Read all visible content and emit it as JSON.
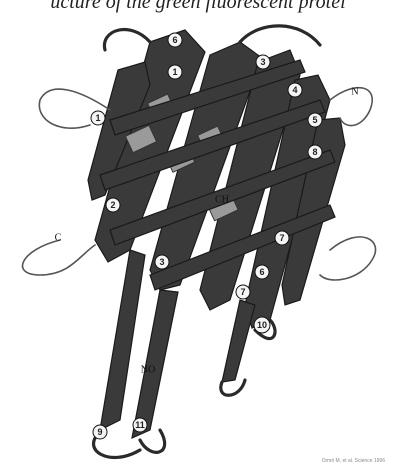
{
  "top_text": "ucture of the green fluorescent protei",
  "markers": [
    "6",
    "1",
    "3",
    "4",
    "5",
    "8",
    "2",
    "3",
    "6",
    "7",
    "1",
    "7",
    "10",
    "9",
    "11"
  ],
  "letters": [
    "C",
    "N",
    "NO",
    "CH"
  ],
  "caption": "Ormö M, et al. Science 1996"
}
